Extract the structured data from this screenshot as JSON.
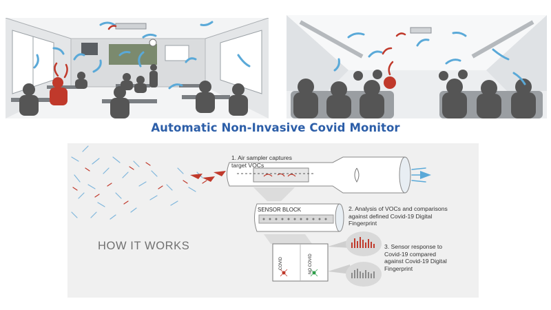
{
  "title": "Automatic Non-Invasive Covid Monitor",
  "how_it_works": "HOW IT WORKS",
  "steps": [
    {
      "text": "1. Air sampler captures target VOCs"
    },
    {
      "text": "2. Analysis of VOCs and comparisons against defined Covid-19 Digital Fingerprint"
    },
    {
      "text": "3. Sensor response to Covid-19 compared against Covid-19 Digital Fingerprint"
    }
  ],
  "sensor_block": "SENSOR BLOCK",
  "covid": "COVID",
  "no_covid": "NO COVID",
  "colors": {
    "title": "#2c5ea8",
    "air": "#5aa9d8",
    "virus": "#c0392b",
    "silhouette": "#555555",
    "positive": "#c0392b",
    "negative": "#2e9e4a"
  }
}
